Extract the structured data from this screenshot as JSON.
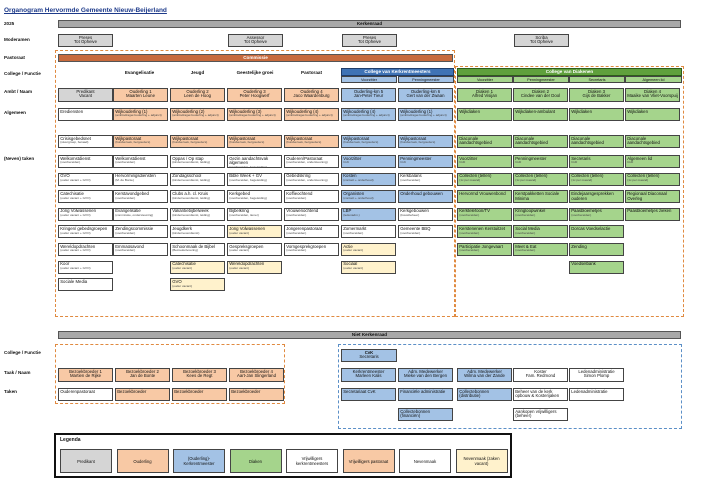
{
  "title": "Organogram Hervormde Gemeente Nieuw-Beijerland",
  "year": "2025",
  "kerkenraad": "Kerkenraad",
  "niet_kerkenraad": "Niet Kerkenraad",
  "rows": {
    "moderamen": "Moderamen",
    "pastoraat": "Pastoraat",
    "college_functie": "College / Functie",
    "ambt_naam": "Ambt / Naam",
    "algemeen": "Algemeen",
    "neven": "(Neven) taken",
    "college_functie2": "College / Functie",
    "taak_naam": "Taak / Naam",
    "taken": "Taken"
  },
  "moderamen": [
    {
      "title": "Preses",
      "sub": "Tot Opheive"
    },
    {
      "title": "Assessor",
      "sub": "Tot Opheive"
    },
    {
      "title": "Preses",
      "sub": "Tot Opheive"
    },
    {
      "title": "Scriba",
      "sub": "Tot Opheive"
    }
  ],
  "pastoraat_bar": "Commissie",
  "columns": [
    "Evangelisatie",
    "Jeugd",
    "Geestelijke groei",
    "Pastoraat"
  ],
  "col_kerkrentmeesters": "College van Kerkrentmeesters",
  "col_kerk_sub": [
    "Voorzitter",
    "Penningmeester"
  ],
  "col_diakenen": "College van Diakenen",
  "col_diak_sub": [
    "Voorzitter",
    "Penningmeester",
    "Secretaris",
    "Algemeen lid"
  ],
  "ambt": [
    {
      "a": "Predikant",
      "n": "Vacant"
    },
    {
      "a": "Ouderling 1",
      "n": "Maarten Leune"
    },
    {
      "a": "Ouderling 2",
      "n": "Leen de Hoog"
    },
    {
      "a": "Ouderling 3",
      "n": "Peter Hoogwerf"
    },
    {
      "a": "Ouderling 4",
      "n": "Jaco Waardenburg"
    },
    {
      "a": "Ouderling-km 5",
      "n": "Jan-Peter Tieur"
    },
    {
      "a": "Ouderling-km 6",
      "n": "Gert van der Zwaan"
    },
    {
      "a": "Diaken 1",
      "n": "Alfred Visijan"
    },
    {
      "a": "Diaken 2",
      "n": "Cindee van der Dool"
    },
    {
      "a": "Diaken 3",
      "n": "Gijs de Bakker"
    },
    {
      "a": "Diaken 4",
      "n": "Maaike van Vliet-Voorspuij"
    }
  ],
  "algemeen": [
    {
      "t": "Erediensten",
      "s": ""
    },
    {
      "t": "Wijkouderling (1)",
      "s": "(ambtsdrager/ouderling + adjunct)"
    },
    {
      "t": "Wijkouderling (2)",
      "s": "(ambtsdrager/ouderling + adjunct)"
    },
    {
      "t": "Wijkouderling (3)",
      "s": "(ambtsdrager/ouderling + adjunct)"
    },
    {
      "t": "Wijkouderling (4)",
      "s": "(ambtsdrager/ouderling + adjunct)"
    },
    {
      "t": "Wijkouderling (4)",
      "s": "(ambtsdrager/ouderling + adjunct)"
    },
    {
      "t": "Wijkouderling (1)",
      "s": "(ambtsdrager/ouderling + adjunct)"
    },
    {
      "t": "Wijkdiaken",
      "s": ""
    },
    {
      "t": "Wijkdiaken-ambulant",
      "s": ""
    },
    {
      "t": "Wijkdiaken",
      "s": ""
    },
    {
      "t": "Wijkdiaken",
      "s": ""
    }
  ],
  "algemeen2": [
    {
      "t": "Crisisgebedsnet",
      "s": "(stuurgroep, beraad)"
    },
    {
      "t": "Wijkpastoraat",
      "s": "(huisbezoek, bergouders)"
    },
    {
      "t": "Wijkpastoraat",
      "s": "(huisbezoek, bergouders)"
    },
    {
      "t": "Wijkpastoraat",
      "s": "(huisbezoek, bergouders)"
    },
    {
      "t": "Wijkpastoraat",
      "s": "(huisbezoek, bergouders)"
    },
    {
      "t": "Wijkpastoraat",
      "s": "(huisbezoek, bergouders)"
    },
    {
      "t": "Wijkpastoraat",
      "s": "(huisbezoek, bergouders)"
    },
    {
      "t": "Diaconale aandachtsgebied",
      "s": ""
    },
    {
      "t": "Diaconale aandachtsgebied",
      "s": ""
    },
    {
      "t": "Diaconale aandachtsgebied",
      "s": ""
    },
    {
      "t": "Diaconale aandachtsgebied",
      "s": ""
    }
  ],
  "neven": {
    "c0": [
      {
        "t": "Welkomstdienst",
        "s": "(voorbereiden)"
      },
      {
        "t": "GVO",
        "s": "(ouder vacant + GVO)"
      },
      {
        "t": "Catechisatie",
        "s": "(ouder vacant + GVO)"
      },
      {
        "t": "Jong Volwassenen",
        "s": "(ouder vacant + GVO)"
      },
      {
        "t": "Kringen/ gebedsgroepen",
        "s": "(ouder vacant + GVO)"
      },
      {
        "t": "Wereldopdrachten",
        "s": "(ouder vacant + GVO)"
      },
      {
        "t": "Koor",
        "s": "(ouder vacant + GVO)"
      },
      {
        "t": "Sociale Media",
        "s": ""
      }
    ],
    "c1": [
      {
        "t": "Welkomstdienst",
        "s": "(voorbereiden)"
      },
      {
        "t": "Hervormingsdiensten",
        "s": "(M. de Bonte)"
      },
      {
        "t": "Kerstavondgebed",
        "s": "(voorbereiden)"
      },
      {
        "t": "Evangelisatie",
        "s": "(commissie, ondersteuning)"
      },
      {
        "t": "Zendingscommissie",
        "s": "(voorbereiden)"
      },
      {
        "t": "Emmaüsavond",
        "s": "(voorbereiden)"
      }
    ],
    "c2": [
      {
        "t": "Oppas / Op stap",
        "s": "(kindernevendienst, leiding)"
      },
      {
        "t": "Zondagsschool",
        "s": "(kindernevendienst, leiding)"
      },
      {
        "t": "Clubs a.h. cl. Kruis",
        "s": "(kindernevendienst, leiding)"
      },
      {
        "t": "Vakantiebijbelweek",
        "s": "(kindernevendienst, leiding)"
      },
      {
        "t": "Jeugdkerk",
        "s": "(kindernevendienst)"
      },
      {
        "t": "Schoonmaak de Bijbel",
        "s": "(Bezoekuitvoering)"
      },
      {
        "t": "Catechisatie",
        "s": "(ouder vacant)"
      },
      {
        "t": "GVO",
        "s": "(ouder vacant)"
      }
    ],
    "c3": [
      {
        "t": "Gezin aandachtsvak algemeen",
        "s": "(voorbereiden, begeleiding)"
      },
      {
        "t": "Bible Week + GV",
        "s": "(voorbereiden, begeleiding)"
      },
      {
        "t": "Kerkgebed",
        "s": "(voorbereiden, begeleiding)"
      },
      {
        "t": "Bijbelkring",
        "s": "(voorbereiden, tiener)"
      },
      {
        "t": "Jong Volwassenen",
        "s": "(ouder vacant)"
      },
      {
        "t": "Gespreksgroepen",
        "s": "(ouder vacant)"
      },
      {
        "t": "Wereldopdrachten",
        "s": "(ouder vacant)"
      }
    ],
    "c4": [
      {
        "t": "Ouderen/Pastoraat",
        "s": "(voorbereiden, ondersteuning)"
      },
      {
        "t": "Gebedskring",
        "s": "(voorbereiden, ondersteuning)"
      },
      {
        "t": "Koffieochtend",
        "s": "(voorbereiden)"
      },
      {
        "t": "Vrouwenochtend",
        "s": "(voorbereiden)"
      },
      {
        "t": "Jongerenpastoraat",
        "s": "(voorbereiden)"
      },
      {
        "t": "Vorngesprekgroepen",
        "s": "(voorbereiden)"
      }
    ],
    "c5": [
      {
        "t": "Voorzitter",
        "s": "CvK"
      },
      {
        "t": "Kosten",
        "s": "(contact + onderhoud)"
      },
      {
        "t": "Organisten",
        "s": "(contact + onderhoud)"
      },
      {
        "t": "LBP",
        "s": "(ledenadm.)"
      },
      {
        "t": "Zomermarkt",
        "s": "(voorbereiden)"
      },
      {
        "t": "Actie",
        "s": "(ouder vacant)"
      },
      {
        "t": "Sociaal",
        "s": "(ouder vacant)"
      }
    ],
    "c6": [
      {
        "t": "Penningmeester",
        "s": "CvK"
      },
      {
        "t": "Kerkbalans",
        "s": "(voorbereiden)"
      },
      {
        "t": "Onderhoud gebouwen",
        "s": ""
      },
      {
        "t": "Kerkgebouwen",
        "s": "(bouwbeheer)"
      },
      {
        "t": "Gemeente BBQ",
        "s": "(voorbereiden)"
      }
    ],
    "c7": [
      {
        "t": "Voorzitter",
        "s": "CvD"
      },
      {
        "t": "Collecten (tellen)",
        "s": "(1x per maand)"
      },
      {
        "t": "Hervormd Vrouwenbond",
        "s": ""
      },
      {
        "t": "Kerktelefoon/TV",
        "s": "(voorbereiden)"
      },
      {
        "t": "Kerstenenen Kerstuitzet",
        "s": "(voorbereiden)"
      },
      {
        "t": "Participatie Jongevaart",
        "s": "(voorbereiden)"
      }
    ],
    "c8": [
      {
        "t": "Penningmeester",
        "s": "CvD"
      },
      {
        "t": "Collecten (tellen)",
        "s": "(1x per maand)"
      },
      {
        "t": "Kerstpakketten Sociale Minima",
        "s": ""
      },
      {
        "t": "Kringloopwinkel",
        "s": "(voorbereiden)"
      },
      {
        "t": "Social Media",
        "s": "(voorbereiden)"
      },
      {
        "t": "Meet & Eat",
        "s": "(voorbereiden)"
      }
    ],
    "c9": [
      {
        "t": "Secretaris",
        "s": "CvD"
      },
      {
        "t": "Collecten (tellen)",
        "s": "(1x per maand)"
      },
      {
        "t": "Eindejaarsgesprekken ouderen",
        "s": ""
      },
      {
        "t": "Paasbloemetjes",
        "s": "(voorbereiden)"
      },
      {
        "t": "Dorcas Voedselactie",
        "s": ""
      },
      {
        "t": "Zending",
        "s": ""
      },
      {
        "t": "Voedselbank",
        "s": ""
      }
    ],
    "c10": [
      {
        "t": "Algemeen lid",
        "s": "CvD"
      },
      {
        "t": "Collecten (tellen)",
        "s": "(1x per maand)"
      },
      {
        "t": "Regionaal Diaconaal Overleg",
        "s": ""
      },
      {
        "t": "Paasbloemetjes zieken",
        "s": ""
      }
    ]
  },
  "nk_college": {
    "t": "CvK",
    "s": "Secretaris"
  },
  "nk_taak": [
    {
      "t": "Bezoekbroeder 1",
      "n": "Martien de Rijke"
    },
    {
      "t": "Bezoekbroeder 2",
      "n": "Jan de Bonte"
    },
    {
      "t": "Bezoekbroeder 3",
      "n": "Kees de Regt"
    },
    {
      "t": "Bezoekbroeder 4",
      "n": "Aart-Jan Slingerland"
    },
    {
      "t": "Kerkrentmeester",
      "n": "Marleen Kalis"
    },
    {
      "t": "Adm. Medewerker",
      "n": "Mieke van den Bergen"
    },
    {
      "t": "Adm. Medewerker",
      "n": "Wilma van der Zande"
    },
    {
      "t": "Koster",
      "n": "Fam. Redmond"
    },
    {
      "t": "Ledenadministratie",
      "n": "Simon Plomp"
    }
  ],
  "nk_taken": [
    {
      "t": "Ouderenpastoraat",
      "c": "w"
    },
    {
      "t": "Bezoekbroeder",
      "c": "o"
    },
    {
      "t": "Bezoekbroeder",
      "c": "o"
    },
    {
      "t": "Bezoekbroeder",
      "c": "o"
    },
    {
      "t": "Secretariaat CvK",
      "c": "b"
    },
    {
      "t": "Financiële administratie",
      "c": "b"
    },
    {
      "t": "Collectebonnen (distributie)",
      "c": "b"
    },
    {
      "t": "Beheer van de kerk opbouw & Kosterijaken",
      "c": "w"
    },
    {
      "t": "Ledenadministratie",
      "c": "w"
    }
  ],
  "nk_extra": [
    {
      "t": "Collectebonnen (financiën)",
      "c": "b"
    },
    {
      "t": "Aankopen vrijwilligers (beheer)",
      "c": "w"
    }
  ],
  "legend_title": "Legenda",
  "legend": [
    {
      "t": "Predikant",
      "c": "g"
    },
    {
      "t": "Ouderling",
      "c": "o"
    },
    {
      "t": "(Ouderling)- Kerkrentmeester",
      "c": "b"
    },
    {
      "t": "Diaken",
      "c": "gr"
    },
    {
      "t": "Vrijwilligers kerkrentmeesters",
      "c": "w"
    },
    {
      "t": "Vrijwilligers pastoraat",
      "c": "o"
    },
    {
      "t": "Nevenmaak",
      "c": "w"
    },
    {
      "t": "Nevenmaak (zaken vacant)",
      "c": "y"
    }
  ]
}
